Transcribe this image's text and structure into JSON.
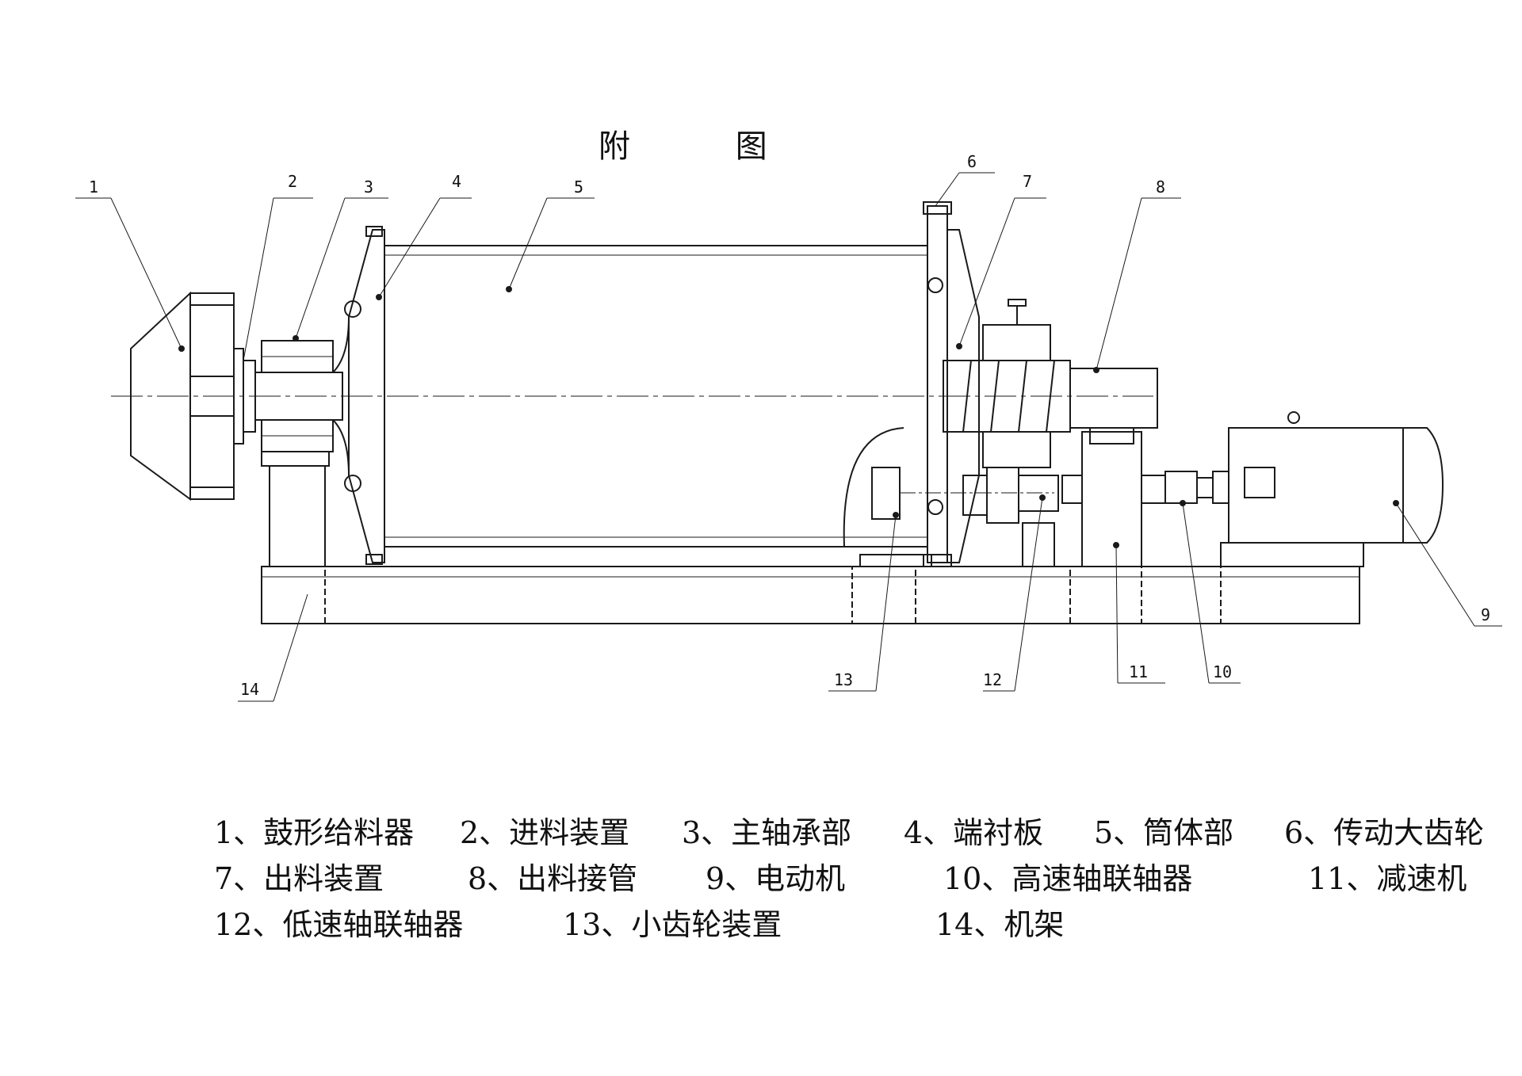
{
  "title": "附 图",
  "callouts": [
    "1",
    "2",
    "3",
    "4",
    "5",
    "6",
    "7",
    "8",
    "9",
    "10",
    "11",
    "12",
    "13",
    "14"
  ],
  "legend": [
    [
      "1、鼓形给料器",
      "2、进料装置",
      "3、主轴承部",
      "4、端衬板",
      "5、筒体部",
      "6、传动大齿轮"
    ],
    [
      "7、出料装置",
      "8、出料接管",
      "9、电动机",
      "10、高速轴联轴器",
      "11、减速机"
    ],
    [
      "12、低速轴联轴器",
      "13、小齿轮装置",
      "14、机架"
    ]
  ],
  "colors": {
    "line": "#1a1a1a",
    "background": "#ffffff"
  }
}
